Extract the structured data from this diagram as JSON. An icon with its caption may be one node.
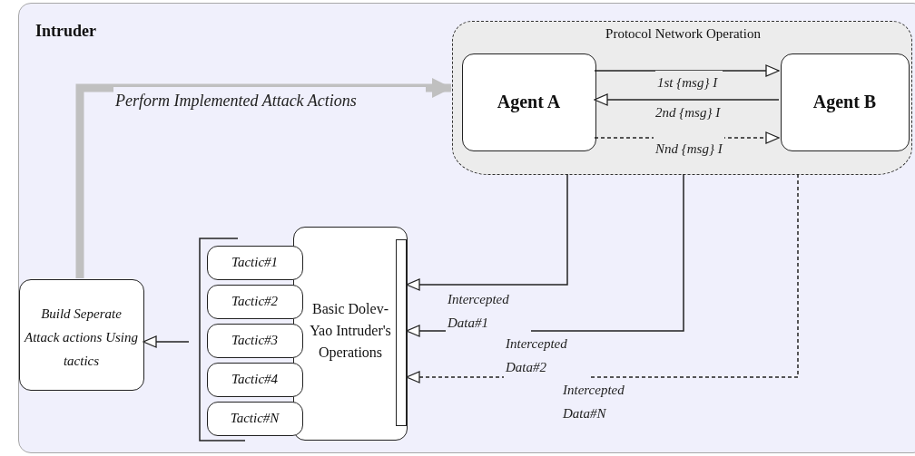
{
  "diagram": {
    "nodes": [
      {
        "text": [
          "Intruder"
        ]
      },
      {
        "text": [
          "Protocol Network Operation"
        ],
        "in": 0
      },
      {
        "text": [
          "Agent A"
        ],
        "in": 1
      },
      {
        "text": [
          "Agent B"
        ],
        "in": 1
      },
      {
        "text": [
          "Build Seperate Attack actions Using tactics"
        ],
        "in": 0
      },
      {
        "text": [
          "Basic Dolev-Yao Intruder's Operations"
        ],
        "in": 0
      },
      {
        "text": [
          "Tactic#1"
        ],
        "in": 0
      },
      {
        "text": [
          "Tactic#2"
        ],
        "in": 0
      },
      {
        "text": [
          "Tactic#3"
        ],
        "in": 0
      },
      {
        "text": [
          "Tactic#4"
        ],
        "in": 0
      },
      {
        "text": [
          "Tactic#N"
        ],
        "in": 0
      }
    ],
    "edges": [
      {
        "from": 4,
        "to": 1,
        "arrow": "to",
        "label": "Perform Implemented Attack Actions",
        "style": "thick",
        "color": "#c0c0c0"
      },
      {
        "from": 2,
        "to": 3,
        "arrow": "to",
        "label": "1st {msg} I"
      },
      {
        "from": 3,
        "to": 2,
        "arrow": "to",
        "label": "2nd {msg} I"
      },
      {
        "from": 2,
        "to": 3,
        "arrow": "to",
        "label": "Nnd {msg} I",
        "style": "dashed"
      },
      {
        "from": 1,
        "to": 5,
        "arrow": "to",
        "label": "Intercepted Data#1"
      },
      {
        "from": 1,
        "to": 5,
        "arrow": "to",
        "label": "Intercepted Data#2"
      },
      {
        "from": 1,
        "to": 5,
        "arrow": "to",
        "label": "Intercepted Data#N",
        "style": "dashed"
      },
      {
        "from": null,
        "to": 4,
        "arrow": "to"
      }
    ]
  }
}
